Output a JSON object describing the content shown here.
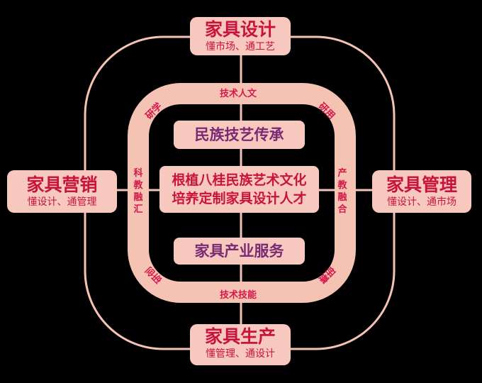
{
  "nodes": {
    "top": {
      "title": "家具设计",
      "sub": "懂市场、通工艺"
    },
    "left": {
      "title": "家具营销",
      "sub": "懂设计、通管理"
    },
    "right": {
      "title": "家具管理",
      "sub": "懂设计、通市场"
    },
    "bottom": {
      "title": "家具生产",
      "sub": "懂管理、通设计"
    }
  },
  "center": {
    "heritage": "民族技艺传承",
    "core_line1": "根植八桂民族艺术文化",
    "core_line2": "培养定制家具设计人才",
    "service": "家具产业服务"
  },
  "ring": {
    "top": "技术人文",
    "bottom": "技术技能",
    "left": "科教融汇",
    "right": "产教融合",
    "top_left": "研学",
    "top_right": "研用",
    "bottom_left": "研创",
    "bottom_right": "研赛"
  },
  "colors": {
    "ring": "#f5c3b3",
    "box": "#f7c8bd",
    "text": "#c8143c",
    "purple": "#7a2a72"
  }
}
